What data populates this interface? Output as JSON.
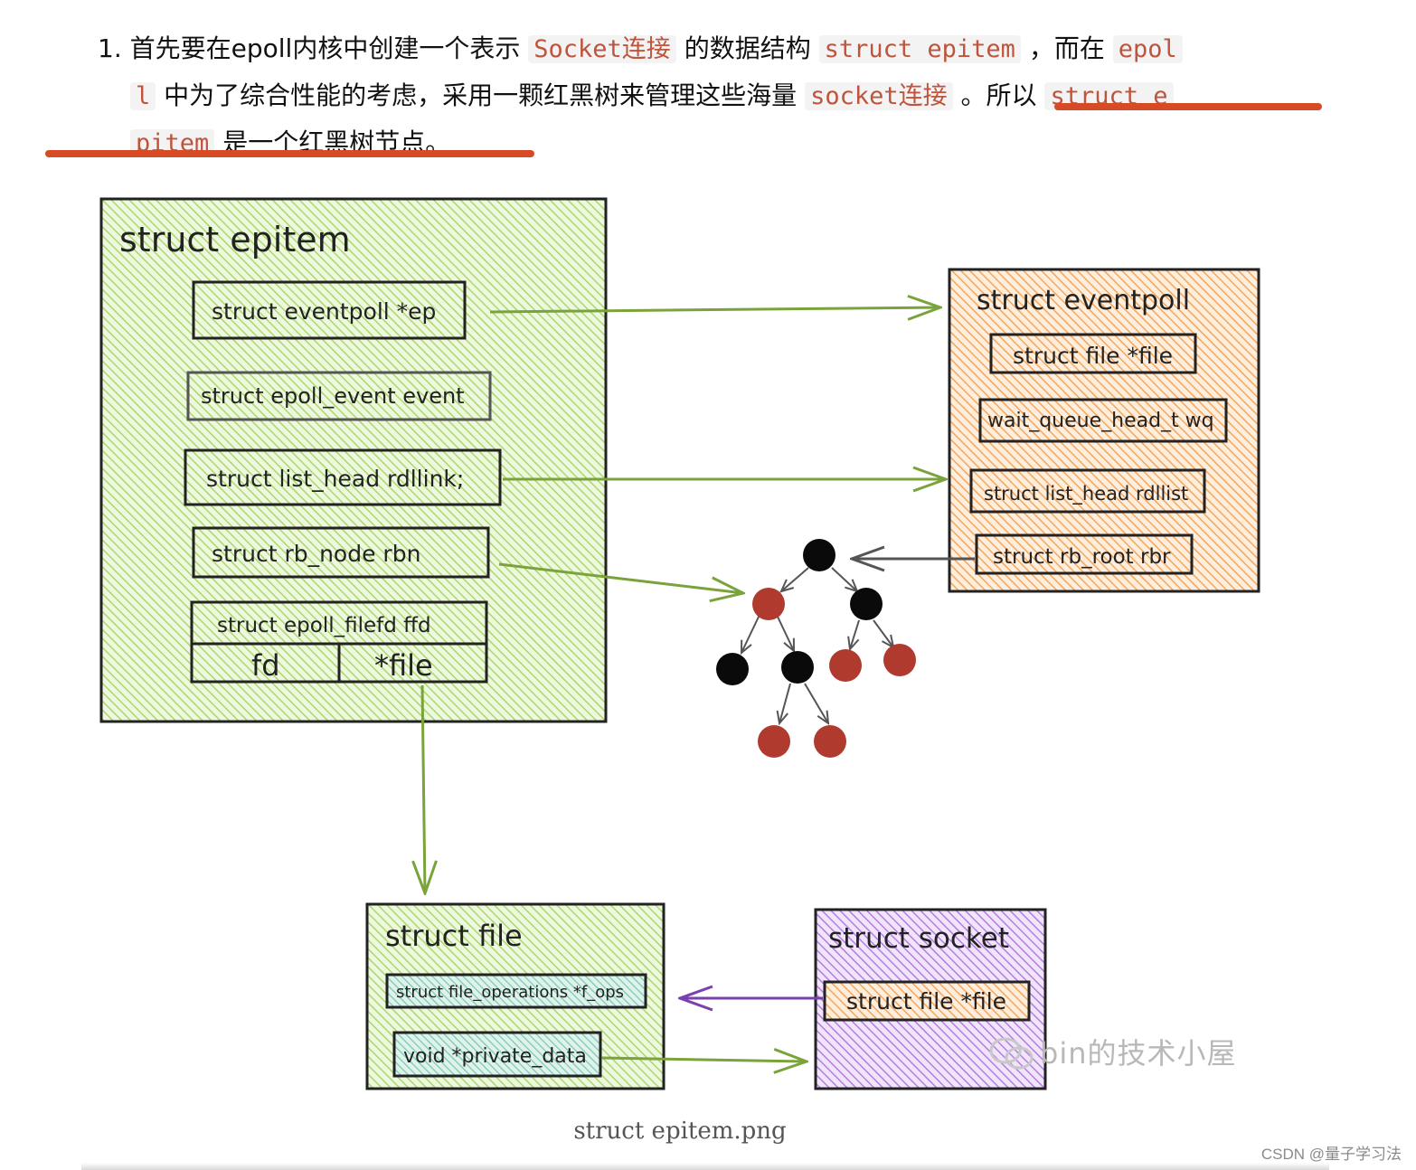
{
  "paragraph": {
    "number": "1.",
    "l1_a": "首先要在epoll内核中创建一个表示",
    "l1_code1": "Socket连接",
    "l1_b": "的数据结构",
    "l1_code2": "struct epitem",
    "l1_c": "，而在",
    "l1_code3": "epol",
    "l2_code3b": "l",
    "l2_a": "中为了综合性能的考虑，采用一颗红黑树来管理这些海量",
    "l2_code4": "socket连接",
    "l2_b": "。所以",
    "l2_code5": "struct e",
    "l3_code5b": "pitem",
    "l3_a": "是一个红黑树节点。"
  },
  "epitem": {
    "title": "struct epitem",
    "f_ep": "struct eventpoll *ep",
    "f_event": "struct epoll_event event",
    "f_rdllink": "struct list_head rdllink;",
    "f_rbn": "struct rb_node rbn",
    "f_ffd": "struct epoll_filefd ffd",
    "f_fd": "fd",
    "f_file": "*file"
  },
  "eventpoll": {
    "title": "struct eventpoll",
    "f_file": "struct file *file",
    "f_wq": "wait_queue_head_t wq",
    "f_rdllist": "struct list_head rdllist",
    "f_rbr": "struct rb_root rbr"
  },
  "file": {
    "title": "struct file",
    "f_ops": "struct file_operations *f_ops",
    "f_private": "void *private_data"
  },
  "socket": {
    "title": "struct socket",
    "f_file": "struct file *file"
  },
  "tree": {
    "nodes": [
      {
        "color": "black"
      },
      {
        "color": "red"
      },
      {
        "color": "black"
      },
      {
        "color": "black"
      },
      {
        "color": "black"
      },
      {
        "color": "red"
      },
      {
        "color": "red"
      },
      {
        "color": "red"
      },
      {
        "color": "red"
      }
    ]
  },
  "colors": {
    "green_box": "#a9d86e",
    "orange_box": "#f5a65b",
    "purple_box": "#b57ee0",
    "arrow_green": "#7aa33c",
    "arrow_purple": "#7b3fb0",
    "node_red": "#b03a2e",
    "node_black": "#0a0a0a",
    "underline": "#d64a25"
  },
  "caption": "struct epitem.png",
  "watermark": "bin的技术小屋",
  "csdn": "CSDN @量子学习法"
}
